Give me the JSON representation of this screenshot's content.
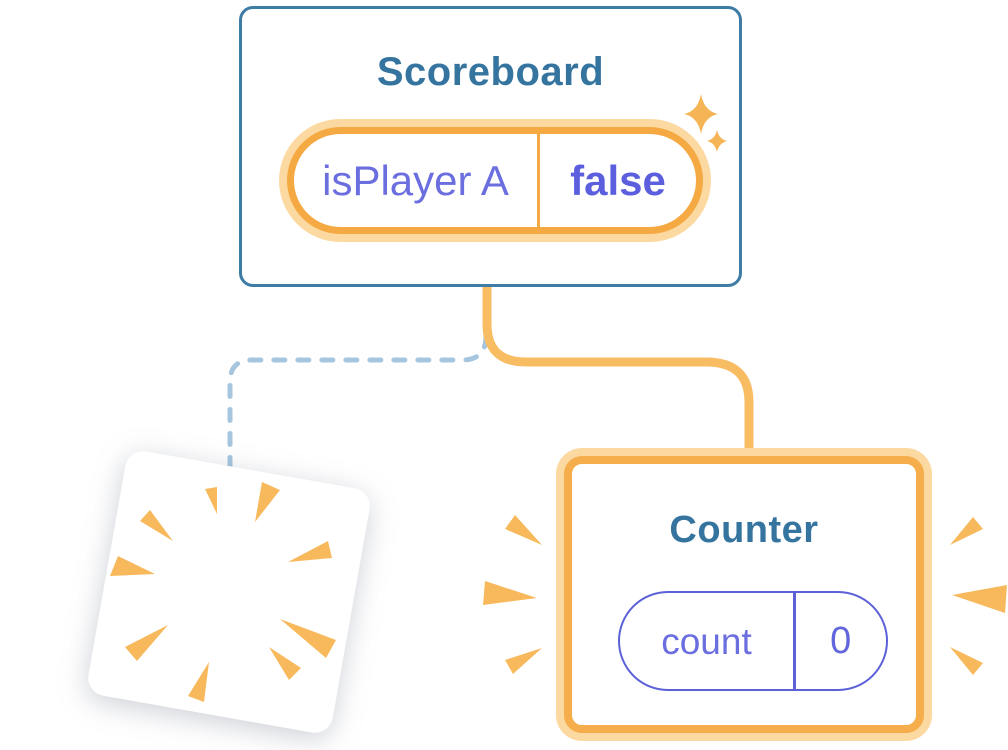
{
  "scoreboard": {
    "title": "Scoreboard",
    "state": {
      "key": "isPlayer A",
      "value": "false"
    }
  },
  "counter": {
    "title": "Counter",
    "state": {
      "key": "count",
      "value": "0"
    }
  },
  "icons": {
    "sparkle": "four-point-star",
    "burst": "radial-burst",
    "emphasis": "attention-speed-lines"
  },
  "colors": {
    "card_border_blue": "#3E7CA6",
    "title_blue": "#35749F",
    "state_key_purple": "#6B6EDF",
    "state_value_purple": "#5B5FDD",
    "pill_border_purple": "#5C61D8",
    "pill_ring_orange": "#F5A942",
    "pill_halo_orange": "#FCD9A1",
    "connector_orange": "#F8BC62",
    "counter_border_orange": "#F6AD4B",
    "sparkle_orange": "#F5B456",
    "burst_orange": "#F7B95C",
    "dashed_line_blue": "#A6C6DF",
    "removed_card_white": "#FFFFFF"
  }
}
